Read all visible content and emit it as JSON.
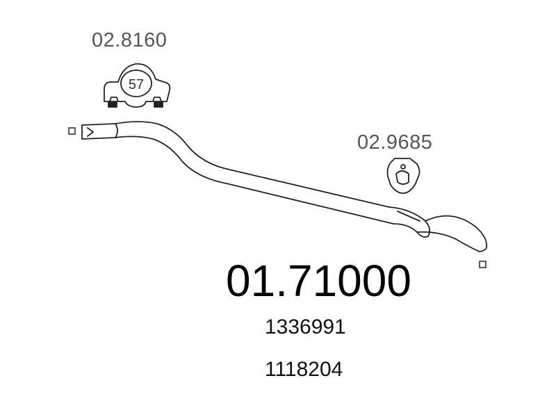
{
  "main_part": {
    "number": "01.71000"
  },
  "oem_numbers": [
    "1336991",
    "1118204"
  ],
  "components": {
    "clamp": {
      "code": "02.8160",
      "size": "57"
    },
    "rubber_mount": {
      "code": "02.9685"
    }
  },
  "icons": [
    "clamp-icon",
    "rubber-mount-icon",
    "exhaust-pipe-icon",
    "end-marker-icon"
  ]
}
